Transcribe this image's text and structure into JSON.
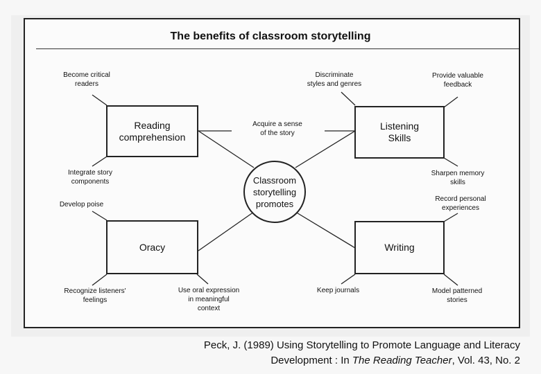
{
  "title": "The benefits of classroom storytelling",
  "center": "Classroom\nstorytelling\npromotes",
  "boxes": {
    "reading": "Reading\ncomprehension",
    "listening": "Listening\nSkills",
    "oracy": "Oracy",
    "writing": "Writing"
  },
  "labels": {
    "critical_readers": "Become critical\nreaders",
    "integrate_story": "Integrate story\ncomponents",
    "acquire_sense": "Acquire a sense\nof the story",
    "discriminate": "Discriminate\nstyles and genres",
    "feedback": "Provide valuable\nfeedback",
    "sharpen_memory": "Sharpen memory\nskills",
    "develop_poise": "Develop poise",
    "record_personal": "Record personal\nexperiences",
    "recognize_listeners": "Recognize listeners'\nfeelings",
    "oral_expression": "Use oral expression\nin meaningful\ncontext",
    "keep_journals": "Keep journals",
    "model_stories": "Model patterned\nstories"
  },
  "caption": {
    "line1": "Peck, J. (1989) Using Storytelling to Promote Language and Literacy",
    "line2_prefix": "Development : In ",
    "journal": "The Reading Teacher",
    "line2_suffix": ", Vol. 43, No. 2"
  }
}
